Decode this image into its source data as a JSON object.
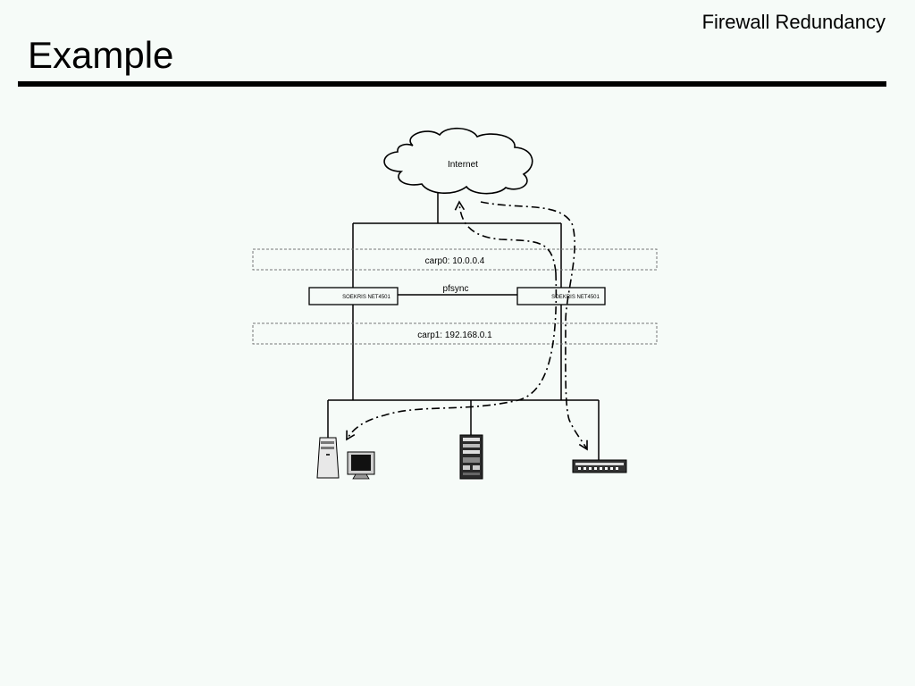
{
  "header": {
    "section_title": "Firewall Redundancy",
    "slide_title": "Example"
  },
  "diagram": {
    "cloud_label": "Internet",
    "carp0_label": "carp0: 10.0.0.4",
    "carp1_label": "carp1: 192.168.0.1",
    "sync_label": "pfsync",
    "firewall_left_label": "SOEKRIS NET4501",
    "firewall_right_label": "SOEKRIS NET4501",
    "devices": [
      "workstation-icon",
      "server-icon",
      "network-switch-icon"
    ]
  },
  "colors": {
    "background": "#f6fbf8",
    "ink": "#000000",
    "dashed_box": "#777777"
  }
}
